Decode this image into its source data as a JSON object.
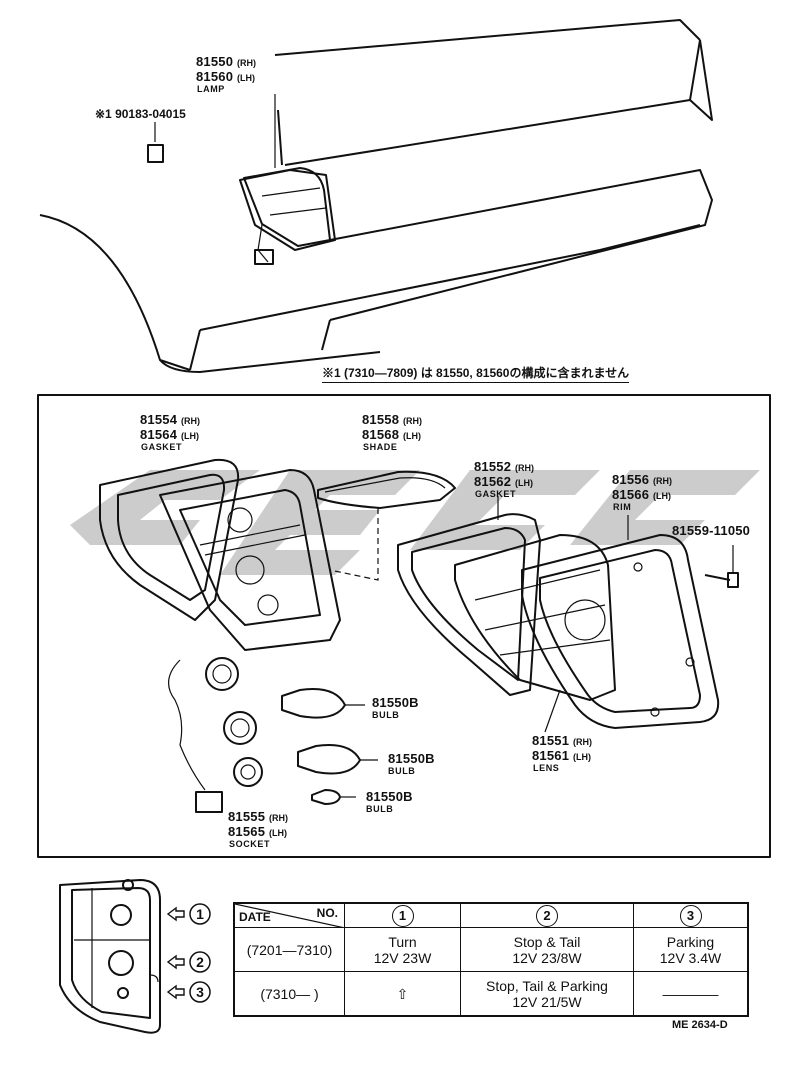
{
  "top_labels": {
    "lamp_rh": "81550",
    "lamp_rh_suffix": "(RH)",
    "lamp_lh": "81560",
    "lamp_lh_suffix": "(LH)",
    "lamp_name": "LAMP",
    "clip_part": "※1 90183-04015"
  },
  "note": "※1 (7310—7809)  は  81550, 81560の構成に含まれません",
  "parts": [
    {
      "id": "gasket-rear",
      "rh": "81554",
      "lh": "81564",
      "rh_suffix": "(RH)",
      "lh_suffix": "(LH)",
      "name": "GASKET"
    },
    {
      "id": "shade",
      "rh": "81558",
      "lh": "81568",
      "rh_suffix": "(RH)",
      "lh_suffix": "(LH)",
      "name": "SHADE"
    },
    {
      "id": "gasket-front",
      "rh": "81552",
      "lh": "81562",
      "rh_suffix": "(RH)",
      "lh_suffix": "(LH)",
      "name": "GASKET"
    },
    {
      "id": "rim",
      "rh": "81556",
      "lh": "81566",
      "rh_suffix": "(RH)",
      "lh_suffix": "(LH)",
      "name": "RIM"
    },
    {
      "id": "lens",
      "rh": "81551",
      "lh": "81561",
      "rh_suffix": "(RH)",
      "lh_suffix": "(LH)",
      "name": "LENS"
    },
    {
      "id": "socket",
      "rh": "81555",
      "lh": "81565",
      "rh_suffix": "(RH)",
      "lh_suffix": "(LH)",
      "name": "SOCKET"
    }
  ],
  "screw": "81559-11050",
  "bulbs": [
    {
      "part": "81550B",
      "name": "BULB"
    },
    {
      "part": "81550B",
      "name": "BULB"
    },
    {
      "part": "81550B",
      "name": "BULB"
    }
  ],
  "positions": [
    "1",
    "2",
    "3"
  ],
  "table": {
    "date_label": "DATE",
    "no_label": "NO.",
    "col_nums": [
      "1",
      "2",
      "3"
    ],
    "rows": [
      {
        "date": "(7201—7310)",
        "c1": [
          "Turn",
          "12V 23W"
        ],
        "c2": [
          "Stop & Tail",
          "12V 23/8W"
        ],
        "c3": [
          "Parking",
          "12V 3.4W"
        ]
      },
      {
        "date": "(7310—        )",
        "c1": [
          "⇧"
        ],
        "c2": [
          "Stop, Tail & Parking",
          "12V 21/5W"
        ],
        "c3": [
          "————"
        ]
      }
    ]
  },
  "drawing_code": "ME 2634-D"
}
